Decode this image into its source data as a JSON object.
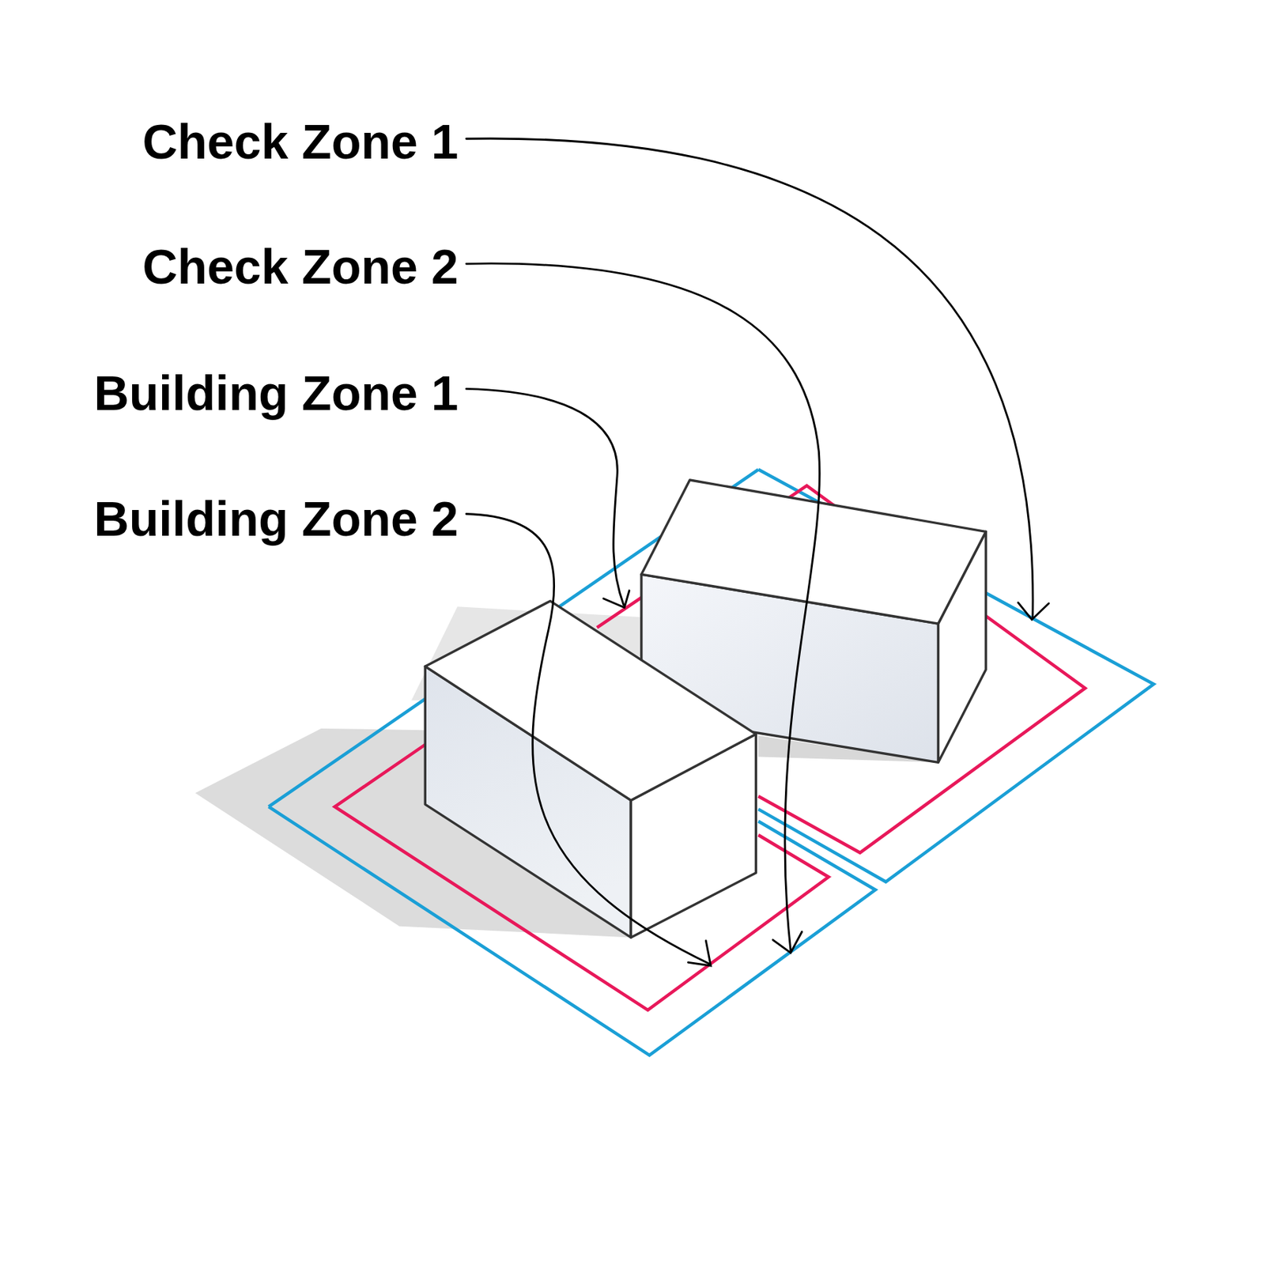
{
  "diagram": {
    "labels": [
      "Check Zone 1",
      "Check Zone 2",
      "Building Zone 1",
      "Building Zone 2"
    ]
  }
}
